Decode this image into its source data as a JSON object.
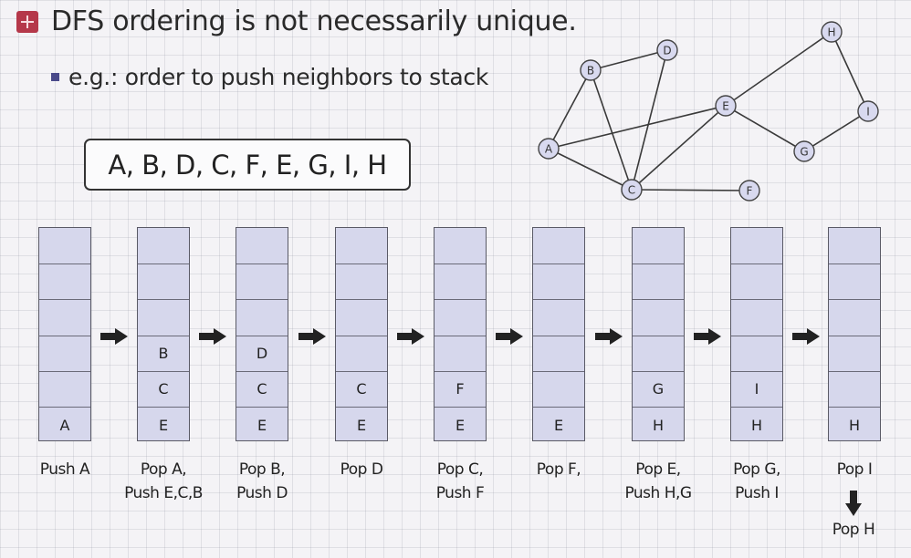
{
  "title": "DFS ordering is not necessarily unique.",
  "bullet": "e.g.: order to push neighbors to stack",
  "order": "A, B, D, C, F, E, G, I, H",
  "graph": {
    "nodes": [
      "A",
      "B",
      "C",
      "D",
      "E",
      "F",
      "G",
      "H",
      "I"
    ],
    "edges": [
      [
        "A",
        "B"
      ],
      [
        "A",
        "C"
      ],
      [
        "A",
        "E"
      ],
      [
        "B",
        "D"
      ],
      [
        "B",
        "C"
      ],
      [
        "C",
        "D"
      ],
      [
        "C",
        "E"
      ],
      [
        "C",
        "F"
      ],
      [
        "E",
        "G"
      ],
      [
        "E",
        "H"
      ],
      [
        "G",
        "I"
      ],
      [
        "H",
        "I"
      ]
    ]
  },
  "steps": [
    {
      "stack": [
        "A"
      ],
      "caption": [
        "Push A"
      ]
    },
    {
      "stack": [
        "E",
        "C",
        "B"
      ],
      "caption": [
        "Pop A,",
        "Push E,C,B"
      ]
    },
    {
      "stack": [
        "E",
        "C",
        "D"
      ],
      "caption": [
        "Pop B,",
        "Push D"
      ]
    },
    {
      "stack": [
        "E",
        "C"
      ],
      "caption": [
        "Pop D"
      ]
    },
    {
      "stack": [
        "E",
        "F"
      ],
      "caption": [
        "Pop C,",
        "Push F"
      ]
    },
    {
      "stack": [
        "E"
      ],
      "caption": [
        "Pop F,"
      ]
    },
    {
      "stack": [
        "H",
        "G"
      ],
      "caption": [
        "Pop E,",
        "Push H,G"
      ]
    },
    {
      "stack": [
        "H",
        "I"
      ],
      "caption": [
        "Pop G,",
        "Push I"
      ]
    },
    {
      "stack": [
        "H"
      ],
      "caption": [
        "Pop I"
      ]
    }
  ],
  "final_caption": "Pop H",
  "colors": {
    "stack_fill": "#d6d7ec",
    "node_fill": "#d8d9ef",
    "title_icon": "#b5384a",
    "arrow": "#222222"
  }
}
